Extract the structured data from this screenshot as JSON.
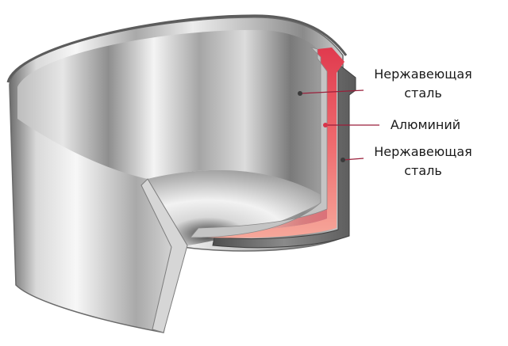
{
  "diagram": {
    "labels": [
      {
        "line1": "Нержавеющая",
        "line2": "сталь"
      },
      {
        "line1": "Алюминий"
      },
      {
        "line1": "Нержавеющая",
        "line2": "сталь"
      }
    ],
    "colors": {
      "steel_light": "#f2f2f2",
      "steel_mid": "#b9b9b9",
      "steel_dark": "#5c5c5c",
      "aluminum_layer": "#e8505b",
      "aluminum_glow": "#f7b2a8",
      "leader_line": "#9a1f3a",
      "text": "#1a1a1a"
    }
  }
}
